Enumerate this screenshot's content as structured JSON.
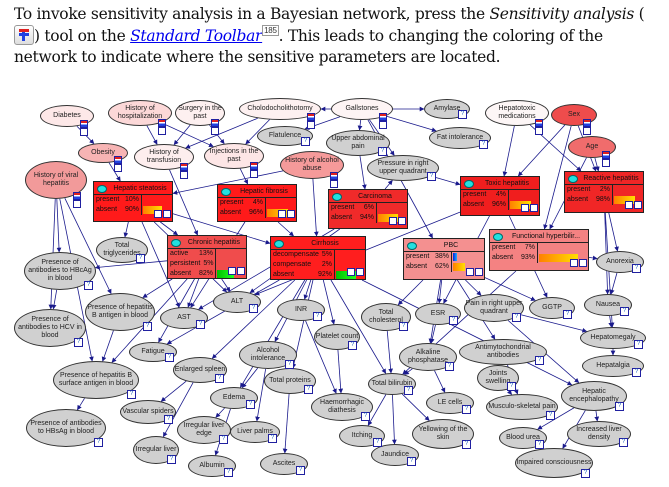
{
  "intro": {
    "part1": "To invoke sensitivity analysis in a Bayesian network, press the ",
    "tool_name": "Sensitivity analysis",
    "part2": " (",
    "tool_icon": "sensitivity-analysis-icon",
    "part3": ") tool on the ",
    "link": "Standard Toolbar",
    "page_ref": "185",
    "part4": ". This leads to changing the coloring of the network to indicate where the sensitive parameters are located."
  },
  "colors": {
    "edge": "#1a1a8c",
    "observed_gray": "#d0d0d0",
    "box_title_dot": "#22e0e0"
  },
  "nodes": [
    {
      "id": "diabetes",
      "label": "Diabetes",
      "fill": "#fde8e8"
    },
    {
      "id": "hist_hosp",
      "label": "History of hospitalization",
      "fill": "#fcd8d8"
    },
    {
      "id": "surgery",
      "label": "Surgery in the past",
      "fill": "#fdf0f0"
    },
    {
      "id": "choledoch",
      "label": "Cholodocholithotomy",
      "fill": "#fdf0f0"
    },
    {
      "id": "gallstones",
      "label": "Gallstones",
      "fill": "#fdf4f4"
    },
    {
      "id": "amylase",
      "label": "Amylase",
      "fill": "#d0d0d0"
    },
    {
      "id": "hepatotoxic",
      "label": "Hepatotoxic medications",
      "fill": "#fdf6f6"
    },
    {
      "id": "sex",
      "label": "Sex",
      "fill": "#ee4c4c"
    },
    {
      "id": "flatulence",
      "label": "Flatulence",
      "fill": "#d0d0d0"
    },
    {
      "id": "upper_abd",
      "label": "Upper abdominal pain",
      "fill": "#d0d0d0"
    },
    {
      "id": "fat_intol",
      "label": "Fat intolerance",
      "fill": "#d0d0d0"
    },
    {
      "id": "obesity",
      "label": "Obesity",
      "fill": "#f7b4b4"
    },
    {
      "id": "hist_transf",
      "label": "History of transfusion",
      "fill": "#fdeeee"
    },
    {
      "id": "injections",
      "label": "Injections in the past",
      "fill": "#fde6e6"
    },
    {
      "id": "hist_alc",
      "label": "History of alcohol abuse",
      "fill": "#f59a9a"
    },
    {
      "id": "age",
      "label": "Age",
      "fill": "#f06c6c"
    },
    {
      "id": "pressure_ruq",
      "label": "Pressure in right upper quadrant",
      "fill": "#d0d0d0"
    },
    {
      "id": "hist_viral",
      "label": "History of viral hepatitis",
      "fill": "#f29a9a"
    },
    {
      "id": "total_trig",
      "label": "Total triglycerides",
      "fill": "#d0d0d0"
    },
    {
      "id": "anorexia",
      "label": "Anorexia",
      "fill": "#d0d0d0"
    },
    {
      "id": "hbcag",
      "label": "Presence of antibodies to HBcAg in blood",
      "fill": "#d0d0d0"
    },
    {
      "id": "hbag_b",
      "label": "Presence of hepatitis B antigen in blood",
      "fill": "#d0d0d0"
    },
    {
      "id": "hcv",
      "label": "Presence of antibodies to HCV in blood",
      "fill": "#d0d0d0"
    },
    {
      "id": "ast",
      "label": "AST",
      "fill": "#d0d0d0"
    },
    {
      "id": "alt",
      "label": "ALT",
      "fill": "#d0d0d0"
    },
    {
      "id": "inr",
      "label": "INR",
      "fill": "#d0d0d0"
    },
    {
      "id": "platelet",
      "label": "Platelet count",
      "fill": "#d0d0d0"
    },
    {
      "id": "total_chol",
      "label": "Total cholesterol",
      "fill": "#d0d0d0"
    },
    {
      "id": "esr",
      "label": "ESR",
      "fill": "#d0d0d0"
    },
    {
      "id": "pain_ruq",
      "label": "Pain in right upper quadrant",
      "fill": "#d0d0d0"
    },
    {
      "id": "ggtp",
      "label": "GGTP",
      "fill": "#d0d0d0"
    },
    {
      "id": "nausea",
      "label": "Nausea",
      "fill": "#d0d0d0"
    },
    {
      "id": "hepatomegaly",
      "label": "Hepatomegaly",
      "fill": "#d0d0d0"
    },
    {
      "id": "antimito",
      "label": "Antimytochondrial antibodies",
      "fill": "#d0d0d0"
    },
    {
      "id": "alk_phos",
      "label": "Alkaline phosphatase",
      "fill": "#d0d0d0"
    },
    {
      "id": "fatigue",
      "label": "Fatigue",
      "fill": "#d0d0d0"
    },
    {
      "id": "spleen",
      "label": "Enlarged spleen",
      "fill": "#d0d0d0"
    },
    {
      "id": "alc_intol",
      "label": "Alcohol intolerance",
      "fill": "#d0d0d0"
    },
    {
      "id": "hepatalgia",
      "label": "Hepatalgia",
      "fill": "#d0d0d0"
    },
    {
      "id": "total_prot",
      "label": "Total proteins",
      "fill": "#d0d0d0"
    },
    {
      "id": "haemorrhagic",
      "label": "Haemorrhagic diathesis",
      "fill": "#d0d0d0"
    },
    {
      "id": "bilirubin",
      "label": "Total bilirubin",
      "fill": "#d0d0d0"
    },
    {
      "id": "joints",
      "label": "Joints swelling",
      "fill": "#d0d0d0"
    },
    {
      "id": "hbsag_surf",
      "label": "Presence of hepatitis B surface antigen in blood",
      "fill": "#d0d0d0"
    },
    {
      "id": "vascular",
      "label": "Vascular spiders",
      "fill": "#d0d0d0"
    },
    {
      "id": "edema",
      "label": "Edema",
      "fill": "#d0d0d0"
    },
    {
      "id": "le_cells",
      "label": "LE cells",
      "fill": "#d0d0d0"
    },
    {
      "id": "musculo",
      "label": "Musculo-skeletal pain",
      "fill": "#d0d0d0"
    },
    {
      "id": "hep_enc",
      "label": "Hepatic encephalopathy",
      "fill": "#d0d0d0"
    },
    {
      "id": "hbsag_blood",
      "label": "Presence of antibodies to HBsAg in blood",
      "fill": "#d0d0d0"
    },
    {
      "id": "irreg_edge",
      "label": "Irregular liver edge",
      "fill": "#d0d0d0"
    },
    {
      "id": "liver_palms",
      "label": "Liver palms",
      "fill": "#d0d0d0"
    },
    {
      "id": "irreg_liver",
      "label": "Irregular liver",
      "fill": "#d0d0d0"
    },
    {
      "id": "itching",
      "label": "Itching",
      "fill": "#d0d0d0"
    },
    {
      "id": "yellowing",
      "label": "Yellowing of the skin",
      "fill": "#d0d0d0"
    },
    {
      "id": "blood_urea",
      "label": "Blood urea",
      "fill": "#d0d0d0"
    },
    {
      "id": "inc_density",
      "label": "Increased liver density",
      "fill": "#d0d0d0"
    },
    {
      "id": "jaundice",
      "label": "Jaundice",
      "fill": "#d0d0d0"
    },
    {
      "id": "albumin",
      "label": "Albumin",
      "fill": "#d0d0d0"
    },
    {
      "id": "ascites",
      "label": "Ascites",
      "fill": "#d0d0d0"
    },
    {
      "id": "impaired",
      "label": "Impaired consciousness",
      "fill": "#d0d0d0"
    }
  ],
  "boxes": [
    {
      "id": "steatosis",
      "title": "Hepatic steatosis",
      "fill": "#ff1a1a",
      "states": [
        {
          "label": "present",
          "pct": "10%",
          "value": 0.1,
          "bar": "blue"
        },
        {
          "label": "absent",
          "pct": "90%",
          "value": 0.9,
          "bar": "orange"
        }
      ]
    },
    {
      "id": "fibrosis",
      "title": "Hepatic fibrosis",
      "fill": "#ff1a1a",
      "states": [
        {
          "label": "present",
          "pct": "4%",
          "value": 0.04,
          "bar": "blue"
        },
        {
          "label": "absent",
          "pct": "96%",
          "value": 0.96,
          "bar": "orange"
        }
      ]
    },
    {
      "id": "carcinoma",
      "title": "Carcinoma",
      "fill": "#f02a2a",
      "states": [
        {
          "label": "present",
          "pct": "6%",
          "value": 0.06,
          "bar": "blue"
        },
        {
          "label": "absent",
          "pct": "94%",
          "value": 0.94,
          "bar": "orange"
        }
      ]
    },
    {
      "id": "toxic",
      "title": "Toxic hepatitis",
      "fill": "#f01e1e",
      "states": [
        {
          "label": "present",
          "pct": "4%",
          "value": 0.04,
          "bar": "blue"
        },
        {
          "label": "absent",
          "pct": "96%",
          "value": 0.96,
          "bar": "orange"
        }
      ]
    },
    {
      "id": "reactive",
      "title": "Reactive hepatitis",
      "fill": "#f02626",
      "states": [
        {
          "label": "present",
          "pct": "2%",
          "value": 0.02,
          "bar": "blue"
        },
        {
          "label": "absent",
          "pct": "98%",
          "value": 0.98,
          "bar": "orange"
        }
      ]
    },
    {
      "id": "chronic",
      "title": "Chronic hepatitis",
      "fill": "#f04c4c",
      "states": [
        {
          "label": "active",
          "pct": "13%",
          "value": 0.13,
          "bar": "blue"
        },
        {
          "label": "persistent",
          "pct": "5%",
          "value": 0.05,
          "bar": "orange"
        },
        {
          "label": "absent",
          "pct": "82%",
          "value": 0.82,
          "bar": "green"
        }
      ]
    },
    {
      "id": "cirrhosis",
      "title": "Cirrhosis",
      "fill": "#ff1e1e",
      "states": [
        {
          "label": "decompensate",
          "pct": "5%",
          "value": 0.05,
          "bar": "blue"
        },
        {
          "label": "compensate",
          "pct": "2%",
          "value": 0.02,
          "bar": "orange"
        },
        {
          "label": "absent",
          "pct": "92%",
          "value": 0.92,
          "bar": "green"
        }
      ]
    },
    {
      "id": "pbc",
      "title": "PBC",
      "fill": "#f49090",
      "states": [
        {
          "label": "present",
          "pct": "38%",
          "value": 0.38,
          "bar": "blue"
        },
        {
          "label": "absent",
          "pct": "62%",
          "value": 0.62,
          "bar": "orange"
        }
      ]
    },
    {
      "id": "functional",
      "title": "Functional hyperbilir...",
      "fill": "#f48282",
      "states": [
        {
          "label": "present",
          "pct": "7%",
          "value": 0.07,
          "bar": "blue"
        },
        {
          "label": "absent",
          "pct": "93%",
          "value": 0.93,
          "bar": "orange"
        }
      ]
    }
  ],
  "edges": [
    [
      "diabetes",
      "obesity"
    ],
    [
      "hist_hosp",
      "hist_transf"
    ],
    [
      "hist_hosp",
      "injections"
    ],
    [
      "surgery",
      "hist_transf"
    ],
    [
      "surgery",
      "injections"
    ],
    [
      "choledoch",
      "hist_transf"
    ],
    [
      "choledoch",
      "injections"
    ],
    [
      "gallstones",
      "choledoch"
    ],
    [
      "gallstones",
      "flatulence"
    ],
    [
      "gallstones",
      "amylase"
    ],
    [
      "gallstones",
      "upper_abd"
    ],
    [
      "gallstones",
      "fat_intol"
    ],
    [
      "gallstones",
      "pressure_ruq"
    ],
    [
      "gallstones",
      "pbc"
    ],
    [
      "obesity",
      "steatosis"
    ],
    [
      "hist_viral",
      "hbcag"
    ],
    [
      "hist_viral",
      "hcv"
    ],
    [
      "hist_viral",
      "hbag_b"
    ],
    [
      "hist_viral",
      "hbsag_surf"
    ],
    [
      "hist_transf",
      "chronic"
    ],
    [
      "injections",
      "fibrosis"
    ],
    [
      "hist_alc",
      "steatosis"
    ],
    [
      "hist_alc",
      "cirrhosis"
    ],
    [
      "hepatotoxic",
      "toxic"
    ],
    [
      "hepatotoxic",
      "reactive"
    ],
    [
      "sex",
      "reactive"
    ],
    [
      "sex",
      "functional"
    ],
    [
      "sex",
      "toxic"
    ],
    [
      "age",
      "reactive"
    ],
    [
      "age",
      "functional"
    ],
    [
      "pressure_ruq",
      "toxic"
    ],
    [
      "carcinoma",
      "pressure_ruq"
    ],
    [
      "upper_abd",
      "carcinoma"
    ],
    [
      "steatosis",
      "chronic"
    ],
    [
      "steatosis",
      "cirrhosis"
    ],
    [
      "steatosis",
      "ast"
    ],
    [
      "steatosis",
      "alt"
    ],
    [
      "steatosis",
      "total_trig"
    ],
    [
      "fibrosis",
      "cirrhosis"
    ],
    [
      "fibrosis",
      "ast"
    ],
    [
      "chronic",
      "hbcag"
    ],
    [
      "chronic",
      "hbag_b"
    ],
    [
      "chronic",
      "ast"
    ],
    [
      "chronic",
      "alt"
    ],
    [
      "cirrhosis",
      "inr"
    ],
    [
      "cirrhosis",
      "platelet"
    ],
    [
      "cirrhosis",
      "spleen"
    ],
    [
      "cirrhosis",
      "alc_intol"
    ],
    [
      "cirrhosis",
      "total_prot"
    ],
    [
      "cirrhosis",
      "fatigue"
    ],
    [
      "cirrhosis",
      "bilirubin"
    ],
    [
      "cirrhosis",
      "hep_enc"
    ],
    [
      "cirrhosis",
      "edema"
    ],
    [
      "carcinoma",
      "ast"
    ],
    [
      "carcinoma",
      "alt"
    ],
    [
      "toxic",
      "alt"
    ],
    [
      "toxic",
      "ggtp"
    ],
    [
      "toxic",
      "esr"
    ],
    [
      "pbc",
      "esr"
    ],
    [
      "pbc",
      "total_chol"
    ],
    [
      "pbc",
      "alk_phos"
    ],
    [
      "pbc",
      "antimito"
    ],
    [
      "pbc",
      "ggtp"
    ],
    [
      "pbc",
      "pain_ruq"
    ],
    [
      "functional",
      "bilirubin"
    ],
    [
      "functional",
      "anorexia"
    ],
    [
      "reactive",
      "nausea"
    ],
    [
      "reactive",
      "hepatomegaly"
    ],
    [
      "reactive",
      "anorexia"
    ],
    [
      "anorexia",
      "nausea"
    ],
    [
      "nausea",
      "hepatomegaly"
    ],
    [
      "hepatomegaly",
      "hepatalgia"
    ],
    [
      "pain_ruq",
      "hepatomegaly"
    ],
    [
      "pain_ruq",
      "hep_enc"
    ],
    [
      "bilirubin",
      "itching"
    ],
    [
      "bilirubin",
      "jaundice"
    ],
    [
      "bilirubin",
      "yellowing"
    ],
    [
      "alk_phos",
      "le_cells"
    ],
    [
      "alk_phos",
      "bilirubin"
    ],
    [
      "joints",
      "musculo"
    ],
    [
      "antimito",
      "musculo"
    ],
    [
      "hep_enc",
      "blood_urea"
    ],
    [
      "hep_enc",
      "inc_density"
    ],
    [
      "hep_enc",
      "impaired"
    ],
    [
      "hbcag",
      "hcv"
    ],
    [
      "hbag_b",
      "hbsag_surf"
    ],
    [
      "hbsag_surf",
      "hbsag_blood"
    ],
    [
      "spleen",
      "vascular"
    ],
    [
      "spleen",
      "irreg_liver"
    ],
    [
      "edema",
      "irreg_edge"
    ],
    [
      "edema",
      "albumin"
    ],
    [
      "alc_intol",
      "edema"
    ],
    [
      "alc_intol",
      "liver_palms"
    ],
    [
      "total_prot",
      "ascites"
    ],
    [
      "platelet",
      "haemorrhagic"
    ],
    [
      "inr",
      "haemorrhagic"
    ],
    [
      "total_chol",
      "bilirubin"
    ],
    [
      "esr",
      "alk_phos"
    ],
    [
      "chronic",
      "fatigue"
    ],
    [
      "chronic",
      "hbsag_surf"
    ]
  ]
}
